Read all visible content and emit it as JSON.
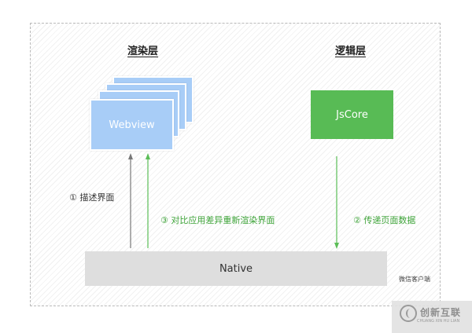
{
  "diagram": {
    "render_layer_title": "渲染层",
    "logic_layer_title": "逻辑层",
    "webview_label": "Webview",
    "jscore_label": "JsCore",
    "native_label": "Native",
    "client_label": "微信客户端",
    "flows": {
      "describe_ui": "① 描述界面",
      "pass_data": "② 传递页面数据",
      "diff_rerender": "③ 对比应用差异重新渲染界面"
    },
    "colors": {
      "webview": "#a8cdf7",
      "jscore": "#58bb55",
      "native": "#dedede",
      "arrow_gray": "#777777",
      "arrow_green": "#5bbd57"
    }
  },
  "watermark": {
    "brand": "创新互联",
    "subtext": "CHUANG XIN HU LIAN"
  }
}
